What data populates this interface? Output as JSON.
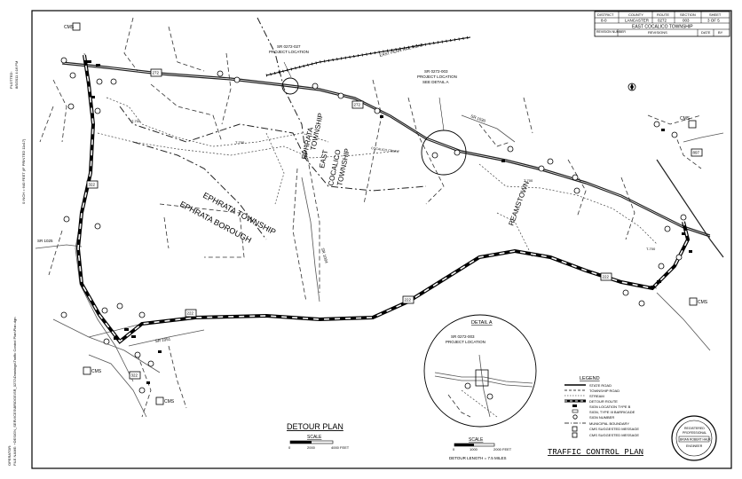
{
  "side_text": {
    "operator_line": "OPERATOR:",
    "file_name": "FILE NAME: +DESIGN_SERVICES\\BRIDGE\\SR_0272\\Drawings\\Traffic Control Plan\\Plan.dgn",
    "plotted_label": "PLOTTED:",
    "plot_date": "8/5/2011  4:16 PM",
    "disclaimer": "0   INCH = 640 FEET (IF PRINTED 11x17)"
  },
  "title_block": {
    "headers": [
      "DISTRICT",
      "COUNTY",
      "ROUTE",
      "SECTION",
      "SHEET"
    ],
    "values": [
      "8-0",
      "LANCASTER",
      "0272",
      "003",
      "3 OF 5"
    ],
    "township": "EAST COCALICO TOWNSHIP",
    "revisions_headers": [
      "REVISION NUMBER",
      "REVISIONS",
      "DATE",
      "BY"
    ]
  },
  "map_labels": {
    "project_location_1": "SR 0272-027\nPROJECT LOCATION",
    "project_location_2": "SR 0272-003\nPROJECT LOCATION\nSEE DETAIL A",
    "rail_road": "EAST PENN RAIL ROAD",
    "ephrata_township_ne": "EPHRATA\nTOWNSHIP",
    "east_cocalico": "EAST\nCOCALICO\nTOWNSHIP",
    "ephrata_township_sw": "EPHRATA TOWNSHIP",
    "ephrata_borough": "EPHRATA BOROUGH",
    "reamstown": "REAMSTOWN",
    "cocalico_creek": "COCALICO CREEK",
    "stream_labels": [
      "T-700",
      "T-700",
      "T-700",
      "T-700"
    ],
    "route_shields": [
      "272",
      "272",
      "322",
      "222",
      "222",
      "222",
      "222",
      "322",
      "897"
    ],
    "sr_labels": [
      "SR 1025",
      "SR 1051",
      "SR 1030",
      "SR 1004"
    ]
  },
  "detail_a": {
    "title": "DETAIL A",
    "project_location": "SR 0272-003\nPROJECT LOCATION",
    "scale_label": "SCALE",
    "scale_ticks": [
      "0",
      "1000",
      "2000 FEET"
    ],
    "detour_length": "DETOUR LENGTH = 7.5 MILES"
  },
  "detour_plan": {
    "title": "DETOUR PLAN",
    "scale_label": "SCALE",
    "scale_ticks": [
      "0",
      "2000",
      "4000 FEET"
    ]
  },
  "legend": {
    "title": "LEGEND",
    "items": [
      "STATE ROAD",
      "TOWNSHIP ROAD",
      "STREAM",
      "DETOUR ROUTE",
      "SIGN LOCATION TYPE B",
      "SIGN, TYPE III BARRICADE",
      "SIGN NUMBER",
      "MUNICIPAL BOUNDARY",
      "CMS SUGGESTED MESSAGE",
      "CMS SUGGESTED MESSAGE"
    ]
  },
  "seal": {
    "line1": "REGISTERED",
    "line2": "PROFESSIONAL",
    "name": "BRIAN ROBERT HAUK",
    "line3": "ENGINEER"
  },
  "cms_labels": [
    "CMS",
    "CMS",
    "CMS",
    "CMS",
    "CMS"
  ],
  "traffic_control_plan": "TRAFFIC CONTROL PLAN"
}
